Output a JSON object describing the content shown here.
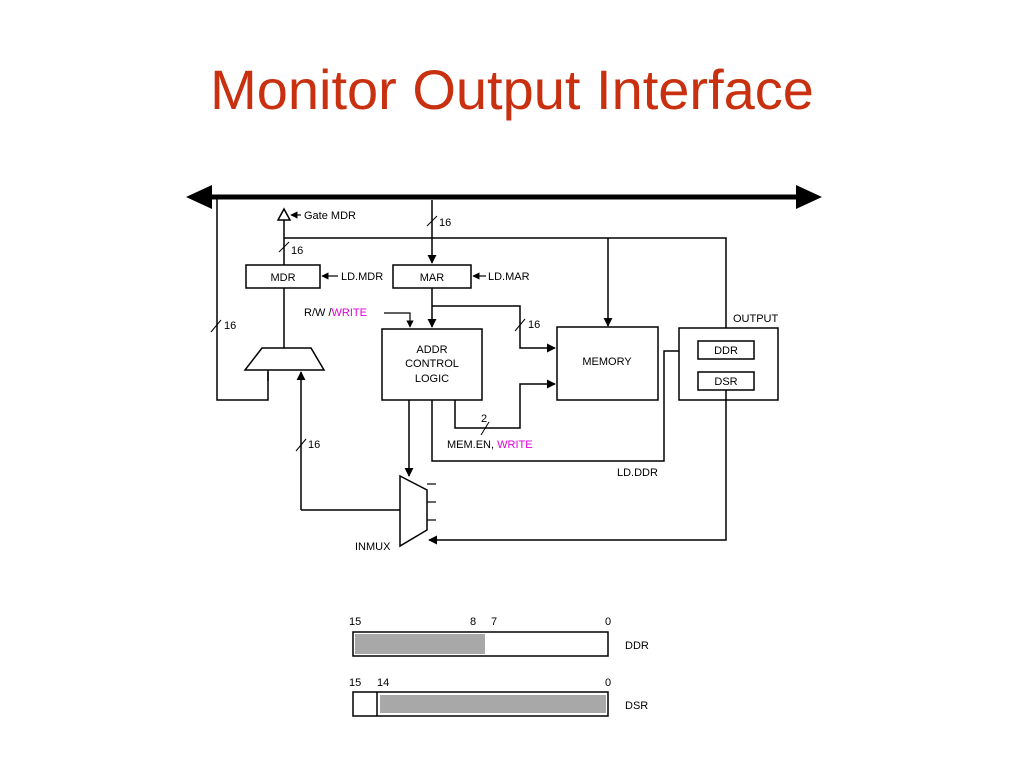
{
  "title": "Monitor Output Interface",
  "colors": {
    "title": "#c83010",
    "write_highlight": "#e000e0",
    "bit_fill": "#a8a8a8"
  },
  "labels": {
    "gate_mdr": "Gate MDR",
    "bus_width_mar": "16",
    "bus_width_mdr": "16",
    "mdr": "MDR",
    "ld_mdr": "LD.MDR",
    "mar": "MAR",
    "ld_mar": "LD.MAR",
    "rw": "R/W /",
    "write": "WRITE",
    "width_left": "16",
    "width_mem": "16",
    "addr_logic": [
      "ADDR",
      "CONTROL",
      "LOGIC"
    ],
    "memory": "MEMORY",
    "output": "OUTPUT",
    "ddr": "DDR",
    "dsr": "DSR",
    "width_2": "2",
    "mem_en": "MEM.EN,",
    "width_mux": "16",
    "ld_ddr": "LD.DDR",
    "inmux": "INMUX"
  },
  "registers": {
    "ddr": {
      "name": "DDR",
      "bits": [
        "15",
        "8",
        "7",
        "0"
      ]
    },
    "dsr": {
      "name": "DSR",
      "bits": [
        "15",
        "14",
        "0"
      ]
    }
  }
}
